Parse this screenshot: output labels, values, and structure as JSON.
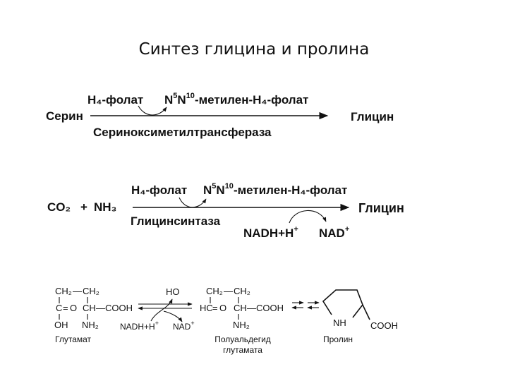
{
  "title": "Синтез глицина и пролина",
  "reaction1": {
    "substrate": "Серин",
    "product": "Глицин",
    "cofactor_in": "H₄-фолат",
    "cofactor_out_prefix": "N",
    "cofactor_out_sup5": "5",
    "cofactor_out_N": "N",
    "cofactor_out_sup10": "10",
    "cofactor_out_rest": "-метилен-H₄-фолат",
    "enzyme": "Сериноксиметилтрансфераза"
  },
  "reaction2": {
    "substrate_co2": "CO₂",
    "plus": "+",
    "substrate_nh3": "NH₃",
    "product": "Глицин",
    "cofactor_in": "H₄-фолат",
    "cofactor_out_prefix": "N",
    "cofactor_out_sup5": "5",
    "cofactor_out_N": "N",
    "cofactor_out_sup10": "10",
    "cofactor_out_rest": "-метилен-H₄-фолат",
    "enzyme": "Глицинсинтаза",
    "nadh": "NADH+H",
    "nadh_sup": "+",
    "nad": "NAD",
    "nad_sup": "+"
  },
  "reaction3": {
    "glutamate": {
      "ch2a": "CH₂",
      "dash": "—",
      "ch2b": "CH₂",
      "c": "C",
      "eq": "=",
      "o": "O",
      "ch": "CH",
      "cooh": "—COOH",
      "oh": "OH",
      "nh2": "NH₂",
      "name": "Глутамат"
    },
    "ho": "HO",
    "nadh": "NADH+H",
    "nadh_sup": "+",
    "nad": "NAD",
    "nad_sup": "+",
    "semialdehyde": {
      "ch2a": "CH₂",
      "dash": "—",
      "ch2b": "CH₂",
      "hc": "HC",
      "eq": "=",
      "o": "O",
      "ch": "CH",
      "cooh": "—COOH",
      "nh2": "NH₂",
      "name_line1": "Полуальдегид",
      "name_line2": "глутамата"
    },
    "proline": {
      "nh": "NH",
      "cooh": "COOH",
      "name": "Пролин"
    }
  }
}
